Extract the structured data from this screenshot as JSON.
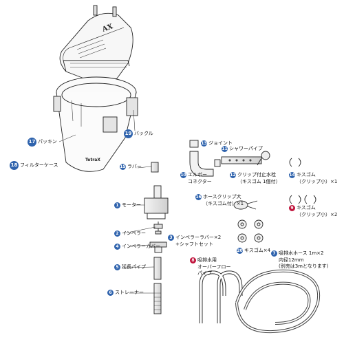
{
  "badge_colors": {
    "blue": "#2f63ad",
    "red": "#c0143c"
  },
  "lid_logo": "AX",
  "case_logo": "TetraX",
  "parts": [
    {
      "id": "packing",
      "num": "17",
      "label": "パッキン"
    },
    {
      "id": "buckle",
      "num": "19",
      "label": "バックル"
    },
    {
      "id": "filter-case",
      "num": "18",
      "label": "フィルターケース"
    },
    {
      "id": "rubber",
      "num": "15",
      "label": "ラバー"
    },
    {
      "id": "joint",
      "num": "13",
      "label": "ジョイント"
    },
    {
      "id": "shower-pipe",
      "num": "11",
      "label": "シャワーパイプ"
    },
    {
      "id": "clip-stopper",
      "num": "12",
      "label": "クリップ付止水栓",
      "label2": "（キスゴム 1個付）"
    },
    {
      "id": "elbow-connector",
      "num": "10",
      "label": "エルボー",
      "label2": "コネクター"
    },
    {
      "id": "suction-cup-small-1",
      "num": "14",
      "label": "キスゴム",
      "label2": "（クリップ小）×1"
    },
    {
      "id": "hose-clip-large",
      "num": "16",
      "label": "ホースクリップ大",
      "label2": "（キスゴム付）×1"
    },
    {
      "id": "suction-cup-small-2",
      "num": "9",
      "label": "キスゴム",
      "label2": "（クリップ小）×2"
    },
    {
      "id": "motor",
      "num": "1",
      "label": "モーター"
    },
    {
      "id": "impeller",
      "num": "2",
      "label": "インペラー"
    },
    {
      "id": "impeller-rubber",
      "num": "3",
      "label": "インペラーラバー×2",
      "label2": "+シャフトセット"
    },
    {
      "id": "impeller-cover",
      "num": "4",
      "label": "インペラーカバー"
    },
    {
      "id": "suction-cup-4",
      "num": "20",
      "label": "キスゴム×4"
    },
    {
      "id": "overflow-pipe",
      "num": "8",
      "label": "吸排水用",
      "label2": "オーバーフロー",
      "label3": "パイプ"
    },
    {
      "id": "extension-pipe",
      "num": "5",
      "label": "延長パイプ"
    },
    {
      "id": "strainer",
      "num": "6",
      "label": "ストレーナー"
    },
    {
      "id": "hose",
      "num": "7",
      "label": "吸排水ホース 1m×2",
      "label2": "内径12mm",
      "label3": "(別売は3mとなります)"
    }
  ]
}
